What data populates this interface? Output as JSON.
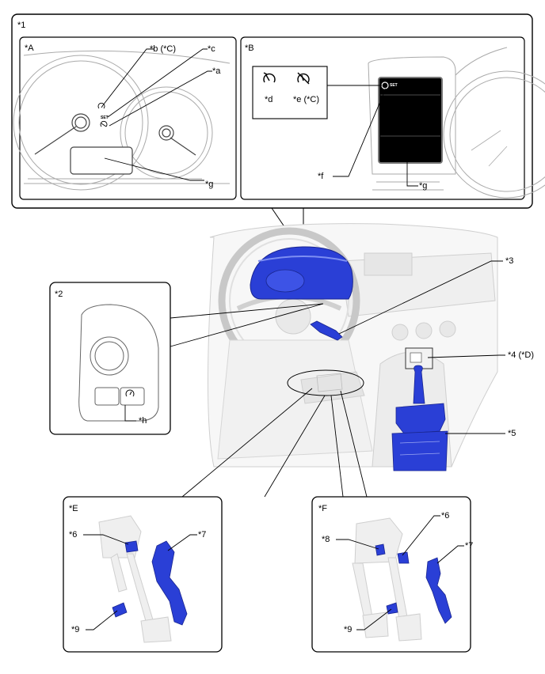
{
  "callouts": {
    "one": "*1",
    "A": "*A",
    "B": "*B",
    "b_C": "*b (*C)",
    "c": "*c",
    "a": "*a",
    "g_left": "*g",
    "d": "*d",
    "e_C": "*e (*C)",
    "f": "*f",
    "g_right": "*g",
    "two": "*2",
    "h": "*h",
    "three": "*3",
    "four_D": "*4 (*D)",
    "five": "*5",
    "E": "*E",
    "six_E": "*6",
    "seven_E": "*7",
    "nine_E": "*9",
    "F": "*F",
    "eight": "*8",
    "six_F": "*6",
    "seven_F": "*7",
    "nine_F": "*9"
  },
  "indicator": {
    "set_label_meter": "SET",
    "set_label_display": "SET"
  },
  "colors": {
    "highlight_blue": "#2a3fd6",
    "ghost_gray": "#e2e2e2",
    "line": "#000000",
    "display_black": "#000000"
  },
  "icons": {
    "cruise_main": "speedometer-cruise-icon",
    "cruise_cancel": "cruise-cancel-icon",
    "switch_icon": "cruise-switch-icon"
  }
}
